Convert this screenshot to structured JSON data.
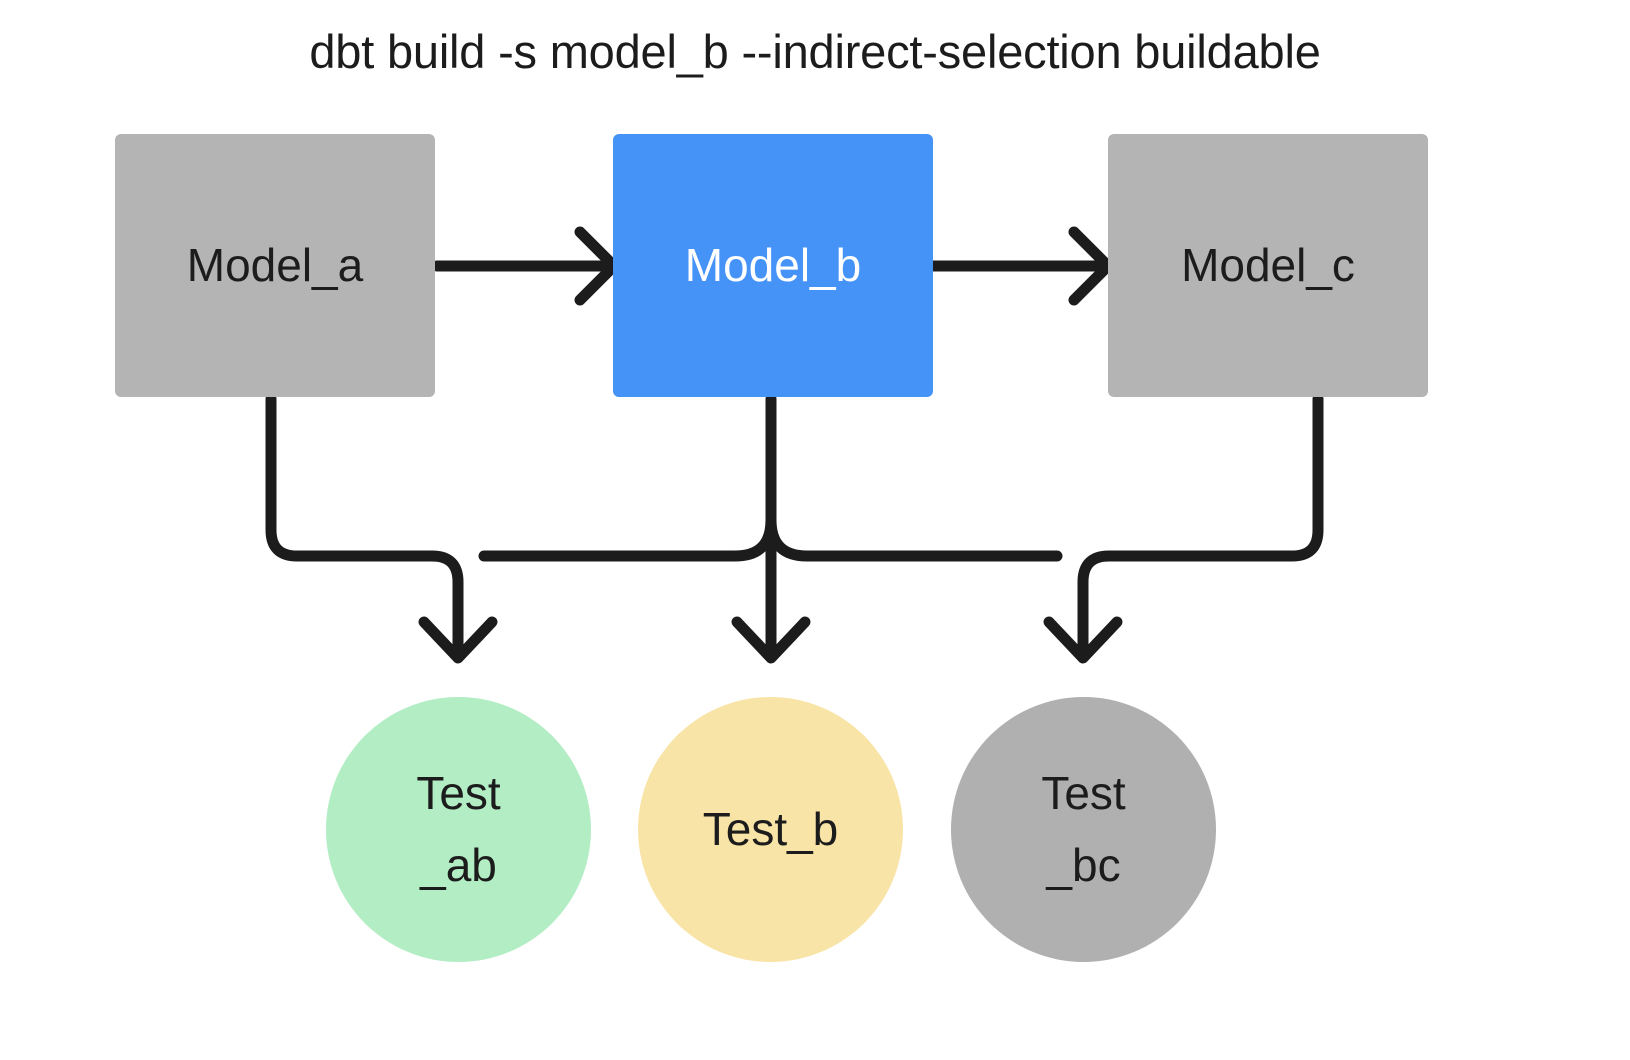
{
  "diagram": {
    "title": "dbt build -s model_b --indirect-selection buildable",
    "type": "dag-flow-diagram",
    "background_color": "#ffffff",
    "colors": {
      "selected_model": "#4693f8",
      "unselected_model": "#b4b4b4",
      "test_passing": "#b2edc4",
      "test_warning": "#f9e4a7",
      "test_unselected": "#b0b0b0",
      "edge": "#1c1c1c",
      "text_dark": "#1c1c1c",
      "text_light": "#ffffff"
    },
    "nodes": [
      {
        "id": "model_a",
        "label": "Model_a",
        "shape": "rectangle",
        "color": "#b4b4b4",
        "text_color": "#1c1c1c",
        "state": "unselected"
      },
      {
        "id": "model_b",
        "label": "Model_b",
        "shape": "rectangle",
        "color": "#4693f8",
        "text_color": "#ffffff",
        "state": "selected"
      },
      {
        "id": "model_c",
        "label": "Model_c",
        "shape": "rectangle",
        "color": "#b4b4b4",
        "text_color": "#1c1c1c",
        "state": "unselected"
      },
      {
        "id": "test_ab",
        "label": "Test\n_ab",
        "shape": "circle",
        "color": "#b2edc4",
        "text_color": "#1c1c1c",
        "state": "included"
      },
      {
        "id": "test_b",
        "label": "Test_b",
        "shape": "circle",
        "color": "#f9e4a7",
        "text_color": "#1c1c1c",
        "state": "included"
      },
      {
        "id": "test_bc",
        "label": "Test\n_bc",
        "shape": "circle",
        "color": "#b0b0b0",
        "text_color": "#1c1c1c",
        "state": "excluded"
      }
    ],
    "edges": [
      {
        "from": "model_a",
        "to": "model_b",
        "style": "straight-arrow"
      },
      {
        "from": "model_b",
        "to": "model_c",
        "style": "straight-arrow"
      },
      {
        "from": "model_a",
        "to": "test_ab",
        "style": "elbow-arrow"
      },
      {
        "from": "model_b",
        "to": "test_ab",
        "style": "elbow-arrow"
      },
      {
        "from": "model_b",
        "to": "test_b",
        "style": "straight-arrow"
      },
      {
        "from": "model_b",
        "to": "test_bc",
        "style": "elbow-arrow"
      },
      {
        "from": "model_c",
        "to": "test_bc",
        "style": "elbow-arrow"
      }
    ]
  }
}
